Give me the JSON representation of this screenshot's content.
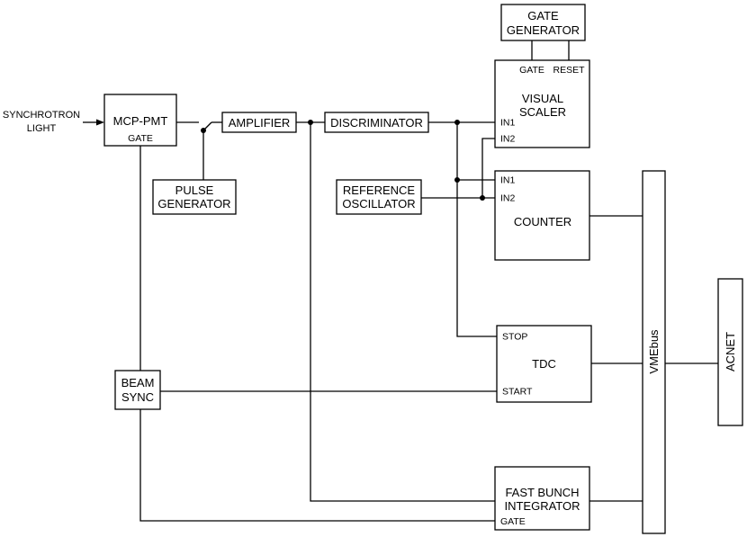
{
  "input": {
    "line1": "SYNCHROTRON",
    "line2": "LIGHT"
  },
  "blocks": {
    "mcp_pmt": {
      "label": "MCP-PMT",
      "gate": "GATE"
    },
    "amplifier": {
      "label": "AMPLIFIER"
    },
    "discriminator": {
      "label": "DISCRIMINATOR"
    },
    "pulse_generator": {
      "line1": "PULSE",
      "line2": "GENERATOR"
    },
    "gate_generator": {
      "line1": "GATE",
      "line2": "GENERATOR"
    },
    "visual_scaler": {
      "line1": "VISUAL",
      "line2": "SCALER",
      "gate": "GATE",
      "reset": "RESET",
      "in1": "IN1",
      "in2": "IN2"
    },
    "reference_oscillator": {
      "line1": "REFERENCE",
      "line2": "OSCILLATOR"
    },
    "counter": {
      "label": "COUNTER",
      "in1": "IN1",
      "in2": "IN2"
    },
    "tdc": {
      "label": "TDC",
      "stop": "STOP",
      "start": "START"
    },
    "beam_sync": {
      "line1": "BEAM",
      "line2": "SYNC"
    },
    "fast_bunch_integrator": {
      "line1": "FAST BUNCH",
      "line2": "INTEGRATOR",
      "gate": "GATE"
    },
    "vmebus": {
      "label": "VMEbus"
    },
    "acnet": {
      "label": "ACNET"
    }
  }
}
